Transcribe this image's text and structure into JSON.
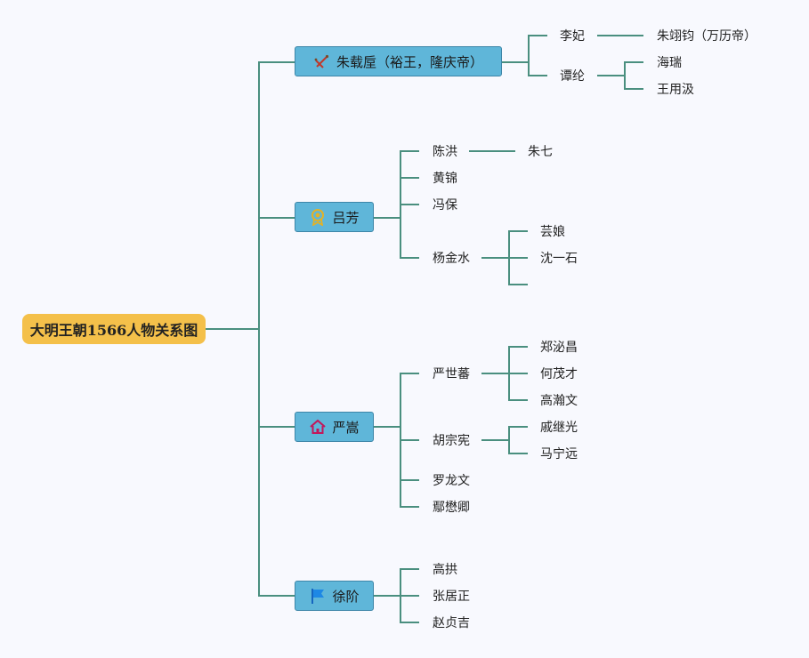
{
  "root": {
    "label": "大明王朝1566人物关系图"
  },
  "branches": [
    {
      "label": "朱载垕（裕王，隆庆帝）",
      "icon": "crossed-swords-icon",
      "children": [
        {
          "label": "李妃",
          "children": [
            {
              "label": "朱翊钧（万历帝）"
            }
          ]
        },
        {
          "label": "谭纶",
          "children": [
            {
              "label": "海瑞"
            },
            {
              "label": "王用汲"
            }
          ]
        }
      ]
    },
    {
      "label": "吕芳",
      "icon": "medal-icon",
      "children": [
        {
          "label": "陈洪",
          "children": [
            {
              "label": "朱七"
            }
          ]
        },
        {
          "label": "黄锦"
        },
        {
          "label": "冯保"
        },
        {
          "label": "杨金水",
          "children": [
            {
              "label": "芸娘"
            },
            {
              "label": "沈一石"
            },
            {
              "label": ""
            }
          ]
        }
      ]
    },
    {
      "label": "严嵩",
      "icon": "house-icon",
      "children": [
        {
          "label": "严世蕃",
          "children": [
            {
              "label": "郑泌昌"
            },
            {
              "label": "何茂才"
            },
            {
              "label": "高瀚文"
            }
          ]
        },
        {
          "label": "胡宗宪",
          "children": [
            {
              "label": "戚继光"
            },
            {
              "label": "马宁远"
            }
          ]
        },
        {
          "label": "罗龙文"
        },
        {
          "label": "鄢懋卿"
        }
      ]
    },
    {
      "label": "徐阶",
      "icon": "flag-icon",
      "children": [
        {
          "label": "高拱"
        },
        {
          "label": "张居正"
        },
        {
          "label": "赵贞吉"
        }
      ]
    }
  ],
  "colors": {
    "root_fill": "#f4c04a",
    "branch_fill": "#5fb6d9",
    "connector": "#4a8f7f"
  }
}
